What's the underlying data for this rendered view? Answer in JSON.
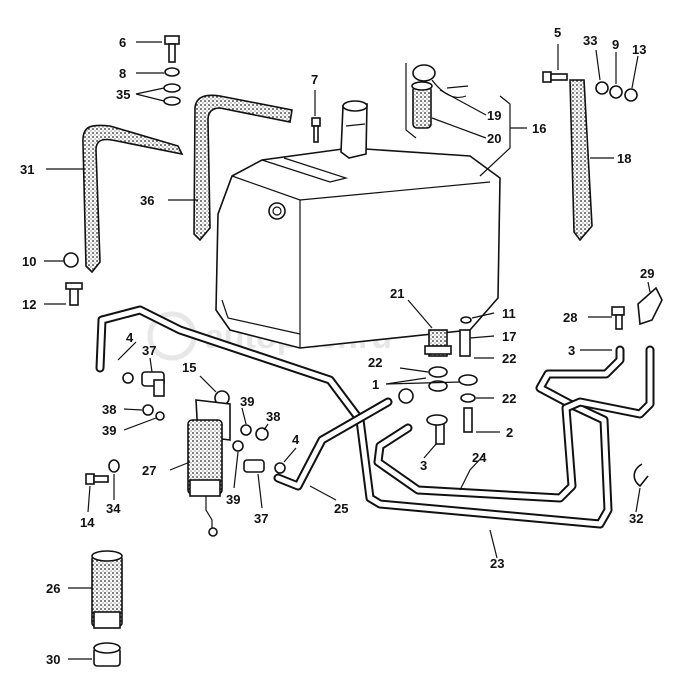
{
  "watermark": "autopiter.ru",
  "callouts": {
    "c6": "6",
    "c8": "8",
    "c35": "35",
    "c31": "31",
    "c36": "36",
    "c10": "10",
    "c12": "12",
    "c7": "7",
    "c19": "19",
    "c20": "20",
    "c16": "16",
    "c5": "5",
    "c33": "33",
    "c9": "9",
    "c13": "13",
    "c18": "18",
    "c29": "29",
    "c28": "28",
    "c3a": "3",
    "c21": "21",
    "c11": "11",
    "c17": "17",
    "c22a": "22",
    "c22b": "22",
    "c22c": "22",
    "c1": "1",
    "c2": "2",
    "c3b": "3",
    "c24": "24",
    "c23": "23",
    "c32": "32",
    "c4a": "4",
    "c37a": "37",
    "c15": "15",
    "c38a": "38",
    "c39a": "39",
    "c39b": "39",
    "c38b": "38",
    "c4b": "4",
    "c27": "27",
    "c39c": "39",
    "c37b": "37",
    "c25": "25",
    "c14": "14",
    "c34": "34",
    "c26": "26",
    "c30": "30"
  }
}
